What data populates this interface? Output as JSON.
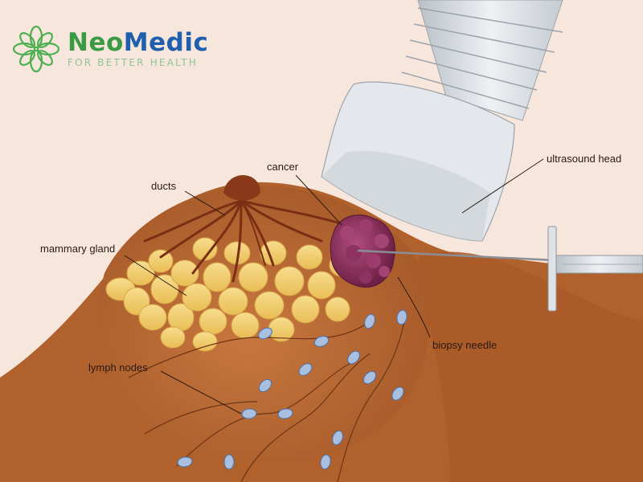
{
  "brand": {
    "name_part1": "Neo",
    "name_part2": "Medic",
    "tagline": "FOR BETTER HEALTH",
    "logo_icon": "flower-logo-icon",
    "colors": {
      "green": "#3b9a44",
      "blue": "#1f5fae",
      "light_green": "#8fc592"
    }
  },
  "labels": {
    "ducts": "ducts",
    "cancer": "cancer",
    "mammary_gland": "mammary gland",
    "ultrasound_head": "ultrasound head",
    "lymph_nodes": "lymph nodes",
    "biopsy_needle": "biopsy needle"
  },
  "colors": {
    "background": "#f7e6dc",
    "skin": "#b5652e",
    "skin_dark": "#9a5426",
    "gland": "#f3d27a",
    "tumor": "#8a2f57",
    "probe": "#d8dde2",
    "lymph_node": "#9fb6d8"
  }
}
